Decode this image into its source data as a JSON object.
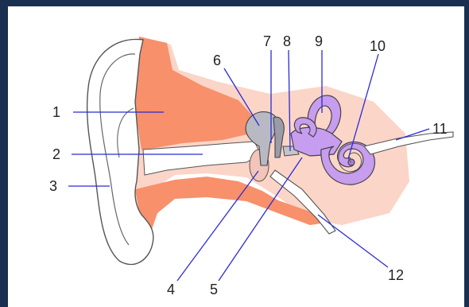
{
  "diagram": {
    "labels": [
      "1",
      "2",
      "3",
      "4",
      "5",
      "6",
      "7",
      "8",
      "9",
      "10",
      "11",
      "12"
    ]
  },
  "colors": {
    "background_frame": "#1a3050",
    "panel": "#ffffff",
    "outer_ear_tissue": "#f7906b",
    "soft_tissue": "#fbd5c8",
    "inner_ear": "#c79df0",
    "ossicles": "#b9b9c4",
    "pointer_lines": "#2b2bd6"
  }
}
